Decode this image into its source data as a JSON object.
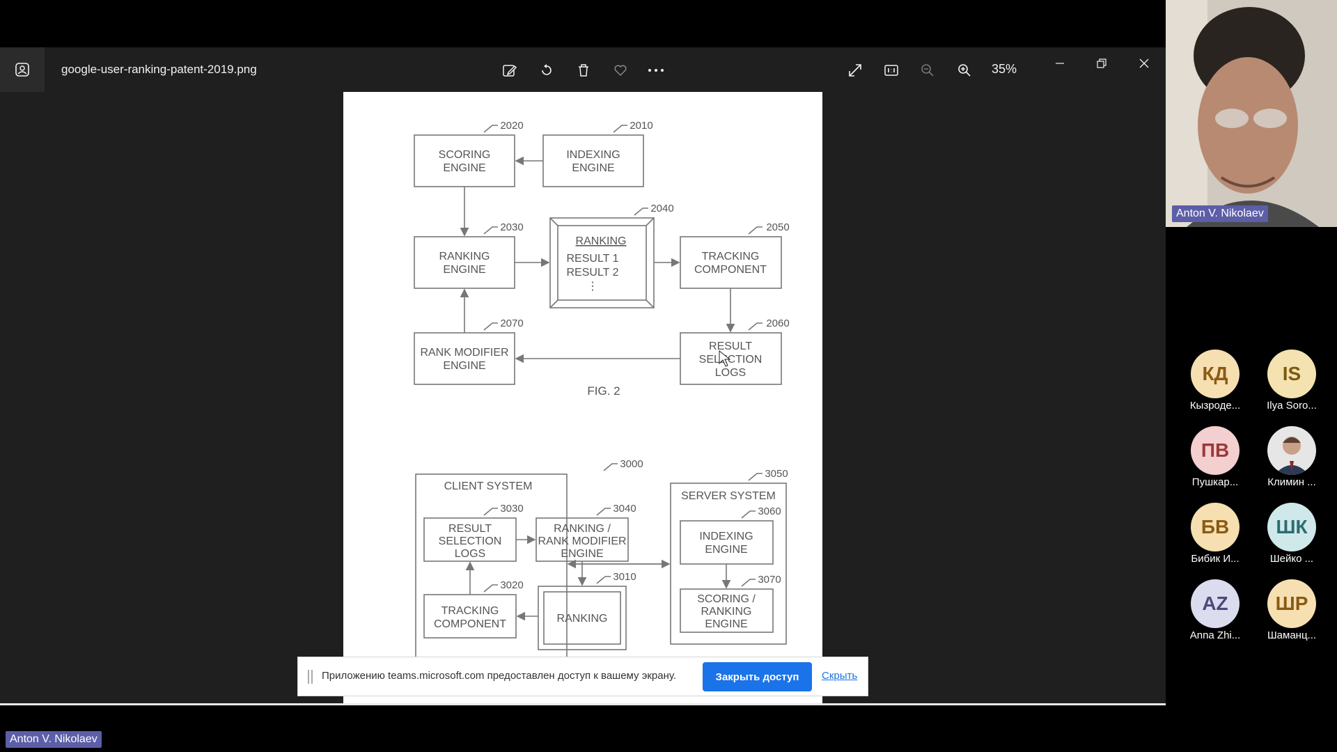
{
  "viewer": {
    "filename": "google-user-ranking-patent-2019.png",
    "zoom": "35%",
    "colors": {
      "background": "#1f1f1f",
      "accent": "#1a73e8"
    }
  },
  "diagram": {
    "fig2": {
      "scoring_id": "2020",
      "scoring_1": "SCORING",
      "scoring_2": "ENGINE",
      "indexing_id": "2010",
      "indexing_1": "INDEXING",
      "indexing_2": "ENGINE",
      "ranking_box_id": "2040",
      "ranking_box_title": "RANKING",
      "result1": "RESULT 1",
      "result2": "RESULT 2",
      "ranking_engine_id": "2030",
      "ranking_engine_1": "RANKING",
      "ranking_engine_2": "ENGINE",
      "tracking_id": "2050",
      "tracking_1": "TRACKING",
      "tracking_2": "COMPONENT",
      "rank_mod_id": "2070",
      "rank_mod_1": "RANK MODIFIER",
      "rank_mod_2": "ENGINE",
      "logs_id": "2060",
      "logs_1": "RESULT",
      "logs_2": "SELECTION",
      "logs_3": "LOGS",
      "caption": "FIG. 2"
    },
    "fig3": {
      "client_id": "3000",
      "client_title": "CLIENT SYSTEM",
      "server_id": "3050",
      "server_title": "SERVER SYSTEM",
      "logs_id": "3030",
      "logs_1": "RESULT",
      "logs_2": "SELECTION",
      "logs_3": "LOGS",
      "rank_mod_id": "3040",
      "rank_mod_1": "RANKING /",
      "rank_mod_2": "RANK MODIFIER",
      "rank_mod_3": "ENGINE",
      "indexing_id": "3060",
      "indexing_1": "INDEXING",
      "indexing_2": "ENGINE",
      "tracking_id": "3020",
      "tracking_1": "TRACKING",
      "tracking_2": "COMPONENT",
      "ranking_id": "3010",
      "ranking_1": "RANKING",
      "scoring_id": "3070",
      "scoring_1": "SCORING /",
      "scoring_2": "RANKING",
      "scoring_3": "ENGINE"
    }
  },
  "banner": {
    "text": "Приложению teams.microsoft.com предоставлен доступ к вашему экрану.",
    "stop_label": "Закрыть доступ",
    "hide_label": "Скрыть"
  },
  "presenter": {
    "name": "Anton V. Nikolaev"
  },
  "participants": [
    {
      "initials": "КД",
      "name": "Кызроде...",
      "bg": "#f6dfb1",
      "fg": "#8a5a14"
    },
    {
      "initials": "IS",
      "name": "Ilya Soro...",
      "bg": "#f4e2b0",
      "fg": "#7a5a10"
    },
    {
      "initials": "ПВ",
      "name": "Пушкар...",
      "bg": "#f4cfcf",
      "fg": "#9b3a3a"
    },
    {
      "initials": "",
      "name": "Климин ...",
      "bg": "#d9d9d9",
      "fg": "#333333"
    },
    {
      "initials": "БВ",
      "name": "Бибик И...",
      "bg": "#f6dfb1",
      "fg": "#8a5a14"
    },
    {
      "initials": "ШК",
      "name": "Шейко ...",
      "bg": "#cfe8ea",
      "fg": "#2d6b73"
    },
    {
      "initials": "AZ",
      "name": "Anna Zhi...",
      "bg": "#dcdcef",
      "fg": "#4a4a7a"
    },
    {
      "initials": "ШР",
      "name": "Шаманц...",
      "bg": "#f6dfb1",
      "fg": "#8a5a14"
    }
  ]
}
